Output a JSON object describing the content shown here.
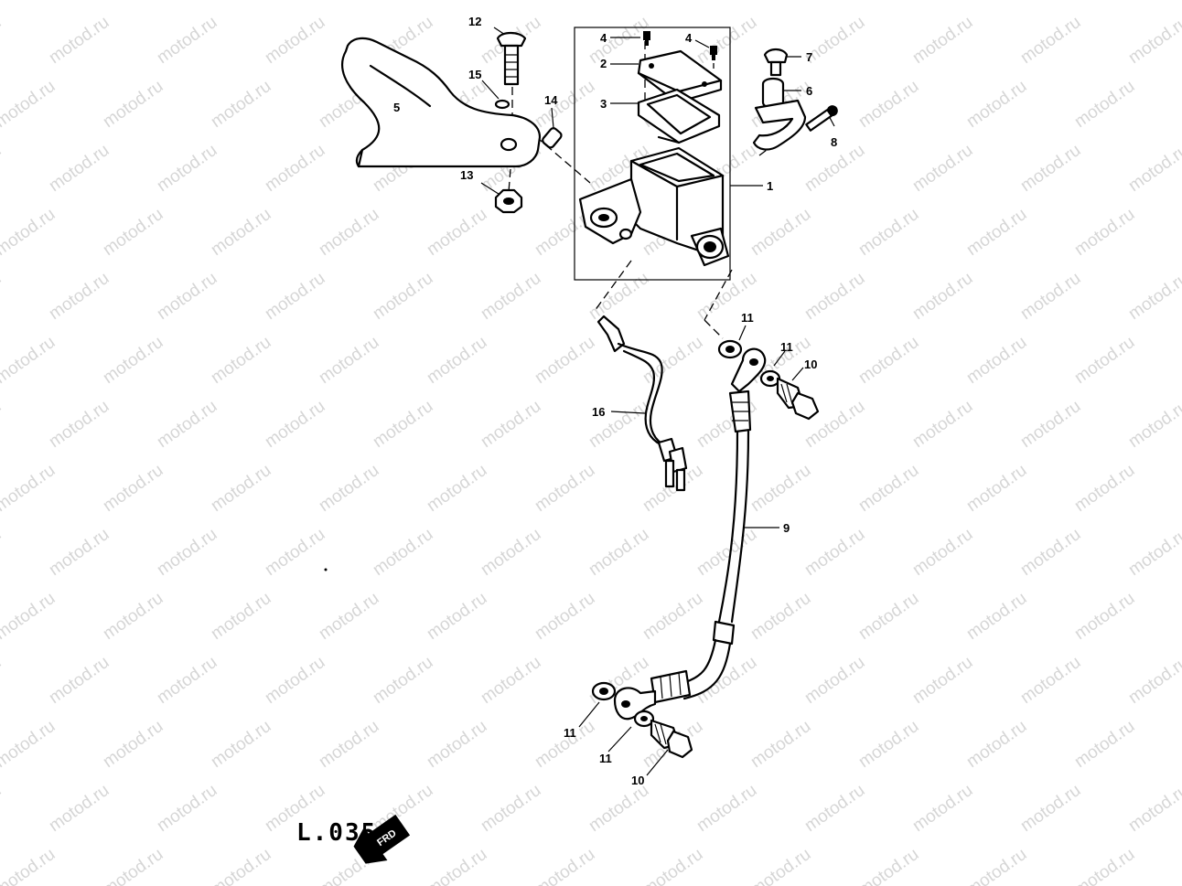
{
  "watermark": "motod.ru",
  "diagram_code": "L.035",
  "fwd_label": "FRD",
  "callouts": {
    "c1": "1",
    "c2": "2",
    "c3": "3",
    "c4a": "4",
    "c4b": "4",
    "c5": "5",
    "c6": "6",
    "c7": "7",
    "c8": "8",
    "c9": "9",
    "c10a": "10",
    "c10b": "10",
    "c11a": "11",
    "c11b": "11",
    "c11c": "11",
    "c11d": "11",
    "c12": "12",
    "c13": "13",
    "c14": "14",
    "c15": "15",
    "c16": "16"
  }
}
